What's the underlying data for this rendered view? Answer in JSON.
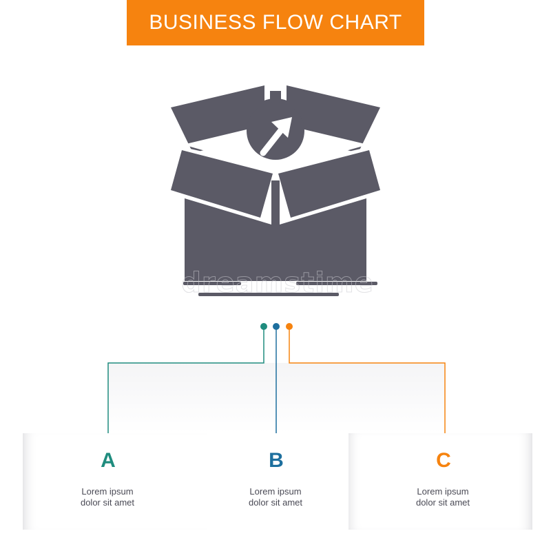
{
  "title": "BUSINESS FLOW CHART",
  "watermark": "dreamstime",
  "colors": {
    "banner": "#f6830f",
    "icon": "#5b5a66",
    "branch_a": "#1f8c7e",
    "branch_b": "#1d6f9e",
    "branch_c": "#f6830f"
  },
  "icon_name": "open-box-gear-arrow-icon",
  "branches": [
    {
      "letter": "A",
      "line1": "Lorem ipsum",
      "line2": "dolor sit amet",
      "color": "#1f8c7e"
    },
    {
      "letter": "B",
      "line1": "Lorem ipsum",
      "line2": "dolor sit amet",
      "color": "#1d6f9e"
    },
    {
      "letter": "C",
      "line1": "Lorem ipsum",
      "line2": "dolor sit amet",
      "color": "#f6830f"
    }
  ]
}
